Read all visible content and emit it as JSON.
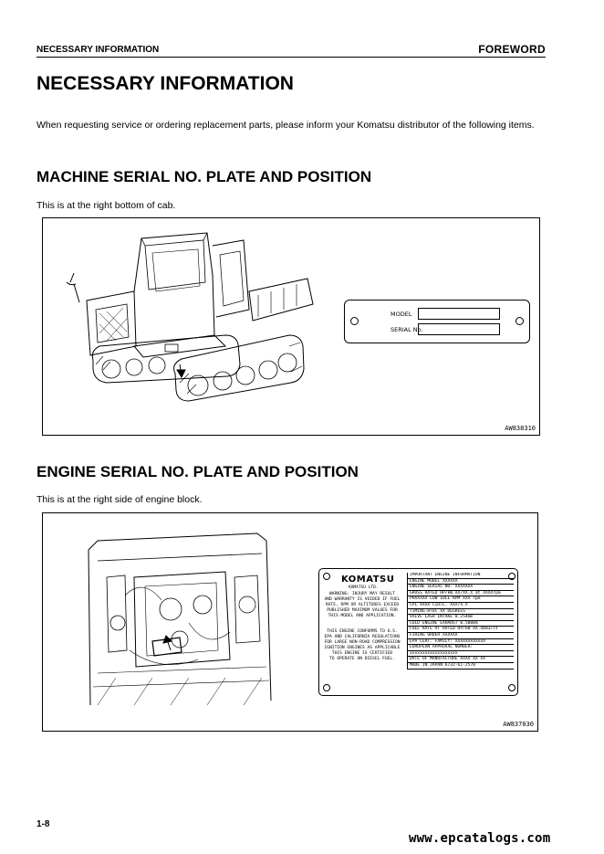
{
  "header": {
    "section_left": "NECESSARY INFORMATION",
    "section_right": "FOREWORD"
  },
  "page_title": "NECESSARY INFORMATION",
  "intro_text": "When requesting service or ordering replacement parts, please inform your Komatsu distributor of the following items.",
  "machine_section": {
    "heading": "MACHINE SERIAL NO. PLATE AND POSITION",
    "note": "This is at the right bottom of cab.",
    "plate": {
      "model_label": "MODEL",
      "serial_label": "SERIAL No."
    },
    "figure_code": "AW838310"
  },
  "engine_section": {
    "heading": "ENGINE SERIAL NO. PLATE AND POSITION",
    "note": "This is at the right side of engine block.",
    "plate": {
      "brand": "KOMATSU",
      "brand_sub": "KOMATSU LTD.",
      "warning_lines": [
        "WARNING:  INJURY MAY RESULT",
        "AND WARRANTY IS VOIDED IF FUEL",
        "RATE, RPM OR ALTITUDES EXCEED",
        "PUBLISHED MAXIMUM VALUES FOR",
        "THIS MODEL AND APPLICATION."
      ],
      "conform_lines": [
        "THIS ENGINE CONFORMS TO    U.S.",
        "EPA AND CALIFORNIA REGULATIONS",
        "FOR LARGE NON-ROAD COMPRESSION",
        "IGNITION ENGINES AS APPLICABLE",
        "THIS ENGINE IS CERTIFIED",
        "TO OPERATE ON DIESEL FUEL."
      ],
      "info_lines": [
        "IMPORTANT ENGINE INFORMATION",
        "ENGINE MODEL  XXXXXX",
        "ENGINE SERIAL NO. XXXXXXX",
        "GROSS RATED HP/kW    XX/XX.X at XXXXrpm",
        "PHXXXXX          LOW IDLE RPM  XXX rpm",
        "CPL  XXXX        CID/L.   XXX/X.X",
        "TIMING-BTDC           XX DEGREES",
        "VALVE LASH        INTAKE   0.254mm",
        "COLD ENGINE       EXHAUST  0.508mm",
        "FUEL RATE AT RATED HP/kW  XX.Xmm3/st",
        "FIRING ORDER    XXXXXX",
        "EPA CERT. FAMILY: XXXXXXXXXXXX",
        "EUROPEAN APPROVAL NUMBER:",
        "xxxxxxxxxxxxxxxxxxx",
        "DATE OF MANUFACTURE  XXXX XX XX",
        "MADE IN JAPAN    6732-61-2570"
      ]
    },
    "figure_code": "AW837030"
  },
  "footer": {
    "page_number": "1-8",
    "website": "www.epcatalogs.com"
  }
}
